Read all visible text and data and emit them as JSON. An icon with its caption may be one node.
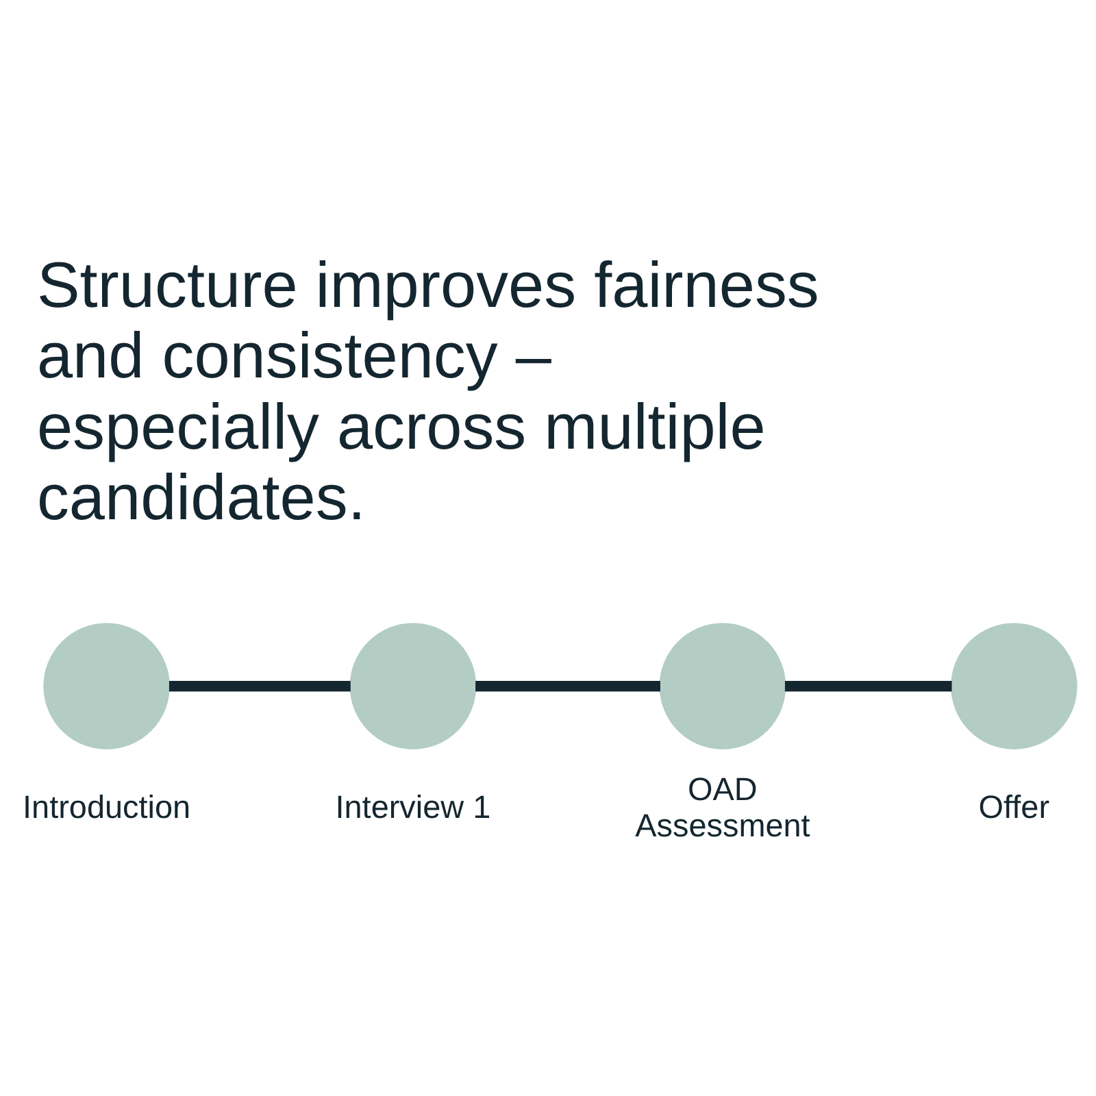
{
  "diagram": {
    "title": "Structure improves fairness and consistency – especially across multiple candidates.",
    "nodes": [
      {
        "text": [],
        "shape": "circle",
        "beside": [
          "Introduction"
        ]
      },
      {
        "text": [],
        "shape": "circle",
        "beside": [
          "Interview 1"
        ]
      },
      {
        "text": [],
        "shape": "circle",
        "beside": [
          "OAD Assessment"
        ]
      },
      {
        "text": [],
        "shape": "circle",
        "beside": [
          "Offer"
        ]
      }
    ],
    "edges": [
      {
        "from": 0,
        "to": 1,
        "arrow": "none"
      },
      {
        "from": 1,
        "to": 2,
        "arrow": "none"
      },
      {
        "from": 2,
        "to": 3,
        "arrow": "none"
      }
    ]
  }
}
